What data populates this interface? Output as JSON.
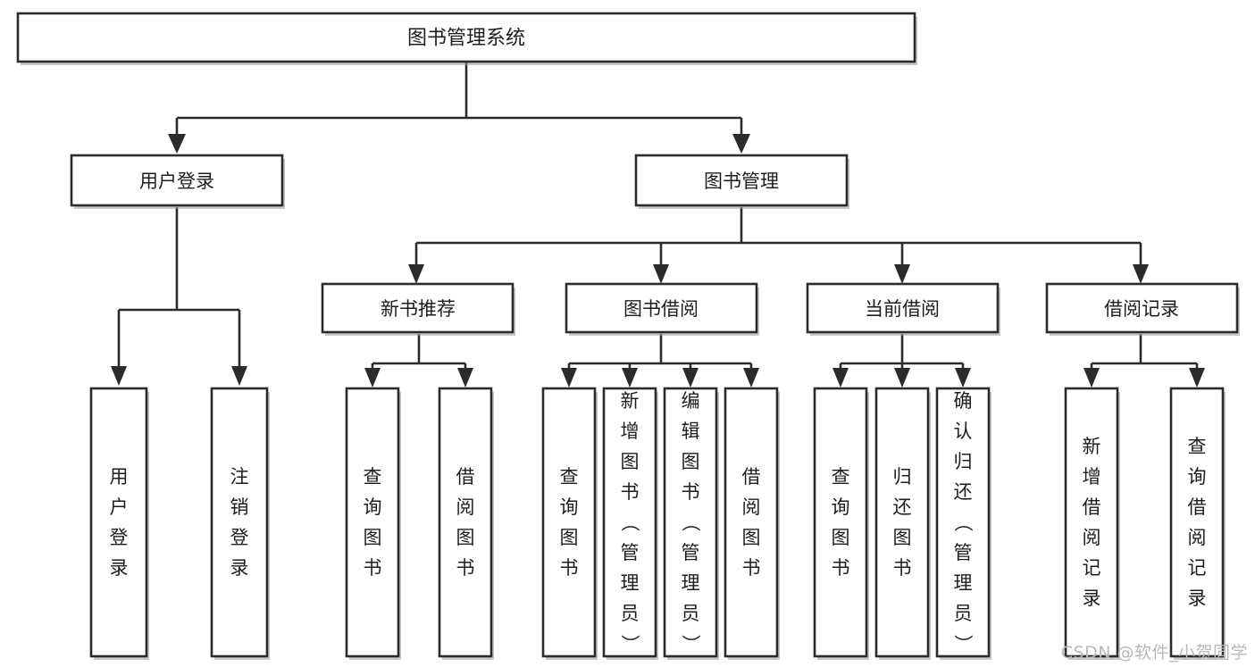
{
  "diagram": {
    "title": "图书管理系统",
    "type": "tree",
    "watermark": "CSDN @软件_小贺同学",
    "colors": {
      "stroke": "#2b2b2b",
      "fill": "#ffffff",
      "text": "#1d1d1d",
      "watermark": "#b9b9b9",
      "background": "#ffffff"
    },
    "root": {
      "id": "root",
      "label": "图书管理系统"
    },
    "level2": [
      {
        "id": "user-login",
        "label": "用户登录"
      },
      {
        "id": "book-manage",
        "label": "图书管理"
      }
    ],
    "level3": [
      {
        "id": "new-book-recommend",
        "label": "新书推荐",
        "parent": "book-manage"
      },
      {
        "id": "book-borrow",
        "label": "图书借阅",
        "parent": "book-manage"
      },
      {
        "id": "current-borrow",
        "label": "当前借阅",
        "parent": "book-manage"
      },
      {
        "id": "borrow-record",
        "label": "借阅记录",
        "parent": "book-manage"
      }
    ],
    "leaves": {
      "user-login": [
        {
          "id": "leaf-user-login",
          "label": "用户登录"
        },
        {
          "id": "leaf-user-logout",
          "label": "注销登录"
        }
      ],
      "new-book-recommend": [
        {
          "id": "leaf-query-book-1",
          "label": "查询图书"
        },
        {
          "id": "leaf-borrow-book-1",
          "label": "借阅图书"
        }
      ],
      "book-borrow": [
        {
          "id": "leaf-query-book-2",
          "label": "查询图书"
        },
        {
          "id": "leaf-add-book",
          "label": "新增图书（管理员）"
        },
        {
          "id": "leaf-edit-book",
          "label": "编辑图书（管理员）"
        },
        {
          "id": "leaf-borrow-book-2",
          "label": "借阅图书"
        }
      ],
      "current-borrow": [
        {
          "id": "leaf-query-book-3",
          "label": "查询图书"
        },
        {
          "id": "leaf-return-book",
          "label": "归还图书"
        },
        {
          "id": "leaf-confirm-return",
          "label": "确认归还（管理员）"
        }
      ],
      "borrow-record": [
        {
          "id": "leaf-add-record",
          "label": "新增借阅记录"
        },
        {
          "id": "leaf-query-record",
          "label": "查询借阅记录"
        }
      ]
    }
  }
}
